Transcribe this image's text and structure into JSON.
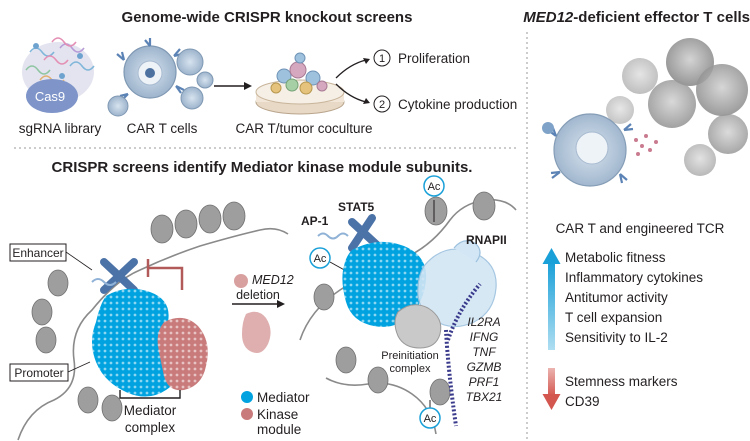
{
  "headings": {
    "screens": "Genome-wide CRISPR knockout screens",
    "effector_gene": "MED12",
    "effector_rest": "-deficient effector T cells",
    "identify": "CRISPR screens identify Mediator kinase module subunits."
  },
  "screen_panel": {
    "cas9": "Cas9",
    "sgrna_library": "sgRNA library",
    "car_t_cells": "CAR T cells",
    "coculture": "CAR T/tumor coculture",
    "readouts": [
      {
        "num": "1",
        "label": "Proliferation"
      },
      {
        "num": "2",
        "label": "Cytokine production"
      }
    ]
  },
  "mechanism_panel": {
    "enhancer": "Enhancer",
    "promoter": "Promoter",
    "mediator_complex_1": "Mediator",
    "mediator_complex_2": "complex",
    "med12": "MED12",
    "deletion": "deletion",
    "ap1": "AP-1",
    "stat5": "STAT5",
    "rnapii": "RNAPII",
    "ac": "Ac",
    "preinit_1": "Preinitiation",
    "preinit_2": "complex",
    "genes": [
      "IL2RA",
      "IFNG",
      "TNF",
      "GZMB",
      "PRF1",
      "TBX21"
    ],
    "legend": [
      {
        "label": "Mediator",
        "color": "#00a3e0"
      },
      {
        "label": "Kinase",
        "color": "#c97b7b"
      }
    ],
    "legend_kinase_2": "module"
  },
  "effects_panel": {
    "subtitle": "CAR T and engineered TCR",
    "up": [
      "Metabolic fitness",
      "Inflammatory cytokines",
      "Antitumor activity",
      "T cell expansion",
      "Sensitivity to IL-2"
    ],
    "down": [
      "Stemness markers",
      "CD39"
    ],
    "up_color": "#1aa0d8",
    "down_color": "#d4574f"
  }
}
